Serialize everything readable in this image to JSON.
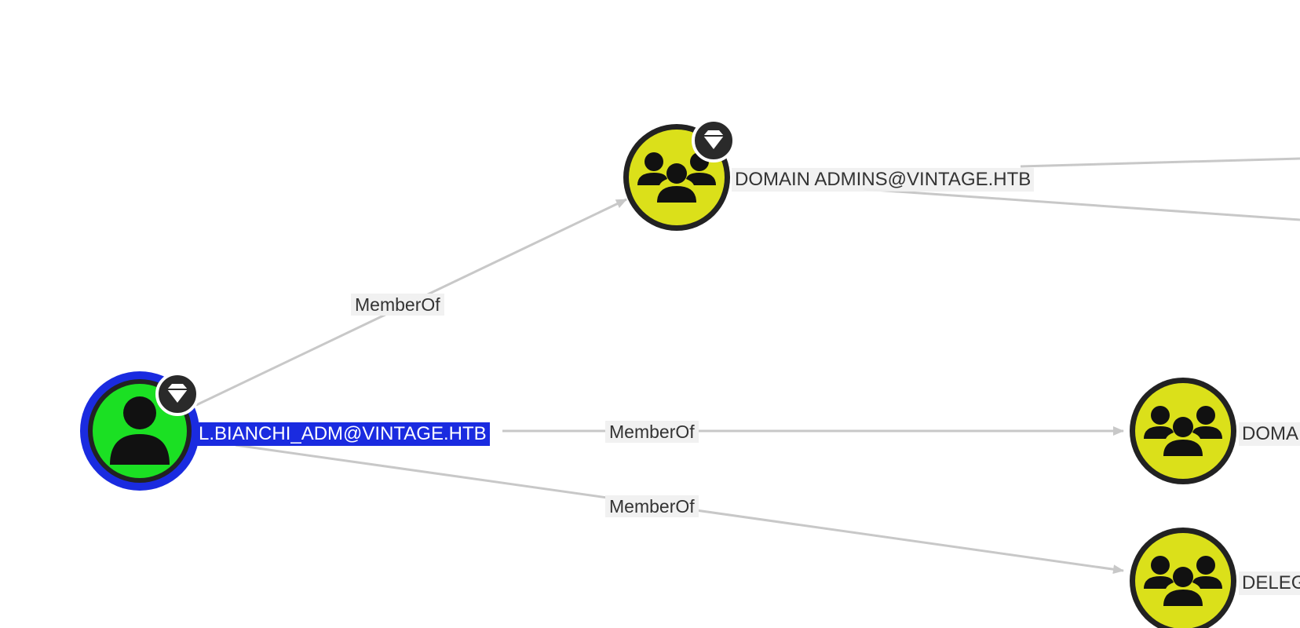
{
  "graph": {
    "nodes": [
      {
        "id": "user",
        "label": "L.BIANCHI_ADM@VINTAGE.HTB",
        "kind": "user",
        "selected": true,
        "highvalue": true,
        "color": "#1be023",
        "ring": "#1a2be0",
        "icon": "user-icon"
      },
      {
        "id": "da",
        "label": "DOMAIN ADMINS@VINTAGE.HTB",
        "kind": "group",
        "highvalue": true,
        "color": "#dbe01a",
        "icon": "group-icon"
      },
      {
        "id": "g2",
        "label": "DOMA",
        "kind": "group",
        "color": "#dbe01a",
        "icon": "group-icon"
      },
      {
        "id": "g3",
        "label": "DELEG",
        "kind": "group",
        "color": "#dbe01a",
        "icon": "group-icon"
      }
    ],
    "edges": [
      {
        "from": "user",
        "to": "da",
        "label": "MemberOf"
      },
      {
        "from": "user",
        "to": "g2",
        "label": "MemberOf"
      },
      {
        "from": "user",
        "to": "g3",
        "label": "MemberOf"
      }
    ],
    "edge_color": "#c8c8c8",
    "highvalue_icon": "diamond-icon"
  }
}
